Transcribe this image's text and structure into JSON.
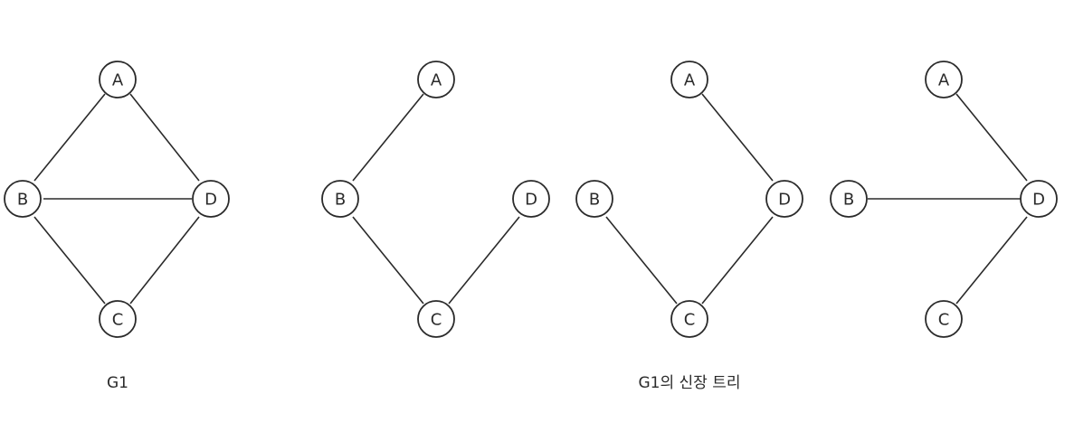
{
  "captions": {
    "original": "G1",
    "spanning": "G1의 신장 트리"
  },
  "nodes": {
    "a": "A",
    "b": "B",
    "c": "C",
    "d": "D"
  },
  "graphs": [
    {
      "id": "g1",
      "edges": [
        [
          "a",
          "b"
        ],
        [
          "a",
          "d"
        ],
        [
          "b",
          "d"
        ],
        [
          "b",
          "c"
        ],
        [
          "d",
          "c"
        ]
      ]
    },
    {
      "id": "t1",
      "edges": [
        [
          "a",
          "b"
        ],
        [
          "b",
          "c"
        ],
        [
          "c",
          "d"
        ]
      ]
    },
    {
      "id": "t2",
      "edges": [
        [
          "a",
          "d"
        ],
        [
          "b",
          "c"
        ],
        [
          "c",
          "d"
        ]
      ]
    },
    {
      "id": "t3",
      "edges": [
        [
          "a",
          "d"
        ],
        [
          "b",
          "d"
        ],
        [
          "c",
          "d"
        ]
      ]
    }
  ]
}
